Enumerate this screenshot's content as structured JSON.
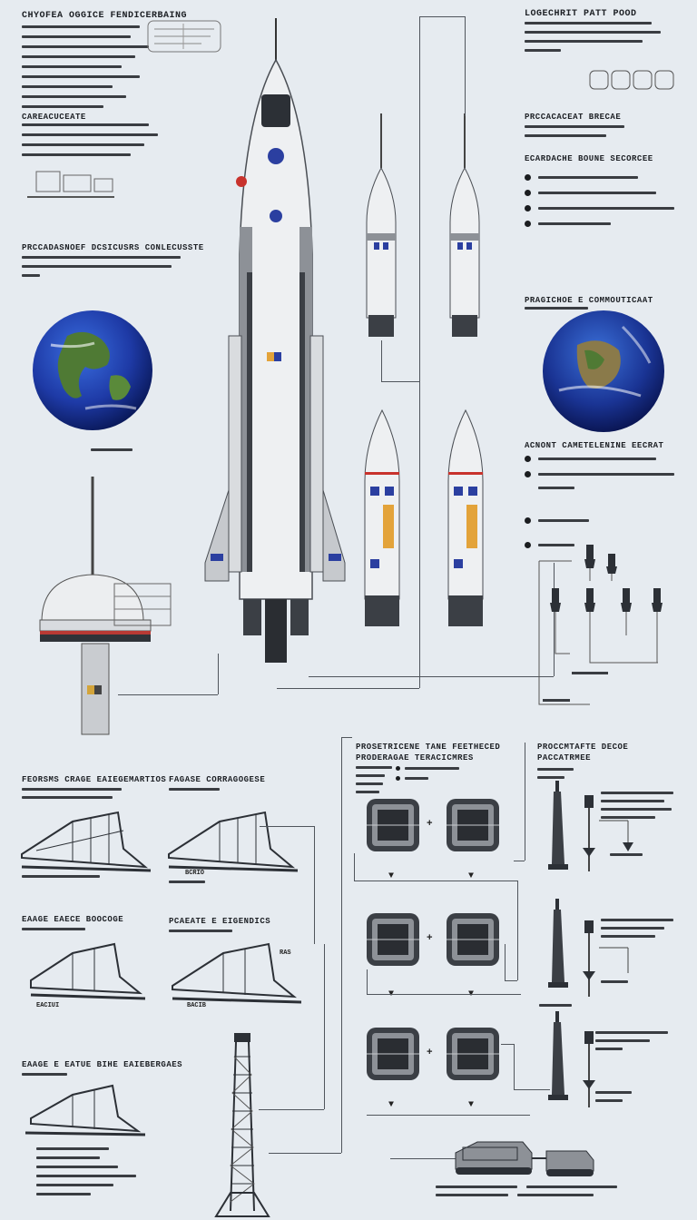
{
  "sections": {
    "top_left_title": "CHYOFEA OGGICE FENDICERBAING",
    "section_2_title": "CAREACUCEATE",
    "section_3_title": "PRCCADASNOEF DCSICUSRS CONLECUSSTE",
    "top_right_title": "LOGECHRIT PATT POOD",
    "right_1_title": "PRCCACACEAT BRECAE",
    "right_2_title": "ECARDACHE BOUNE SECORCEE",
    "right_3_title": "PRAGICHOE E COMMOUTICAAT",
    "right_4_title": "ACNONT CAMETELENINE EECRAT",
    "mid_title_a": "PROSETRICENE TANE FEETHECED",
    "mid_title_b": "PRODERAGAE TERACICMRES",
    "mid_title_c": "PROCCMTAFTE DECOE",
    "mid_title_d": "PACCATRMEE",
    "bottom_left_1": "FEORSMS CRAGE EAIEGEMARTIOS",
    "bottom_left_2": "FAGASE CORRAGOGESE",
    "bottom_left_3": "EAAGE EAECE BOOCOGE",
    "bottom_left_4": "PCAEATE E EIGENDICS",
    "bottom_left_5": "EAAGE E EATUE BIHE EAIEBERGAES",
    "caption_a": "BCRIO",
    "caption_b": "EACIUI",
    "caption_c": "BACIB",
    "caption_d": "RAS"
  },
  "colors": {
    "background": "#e6ebf0",
    "rocket_body": "#eef0f2",
    "rocket_dark": "#3b3f45",
    "accent_blue": "#2b3fa0",
    "accent_orange": "#e3a33a",
    "accent_red": "#c8322c"
  },
  "icons": {
    "earth": "earth-globe-icon",
    "rocket": "rocket-icon",
    "booster": "booster-icon",
    "launch_pad": "launch-pad-icon",
    "engine": "engine-canister-icon",
    "tower": "launch-tower-icon",
    "vehicle": "crawler-vehicle-icon"
  }
}
